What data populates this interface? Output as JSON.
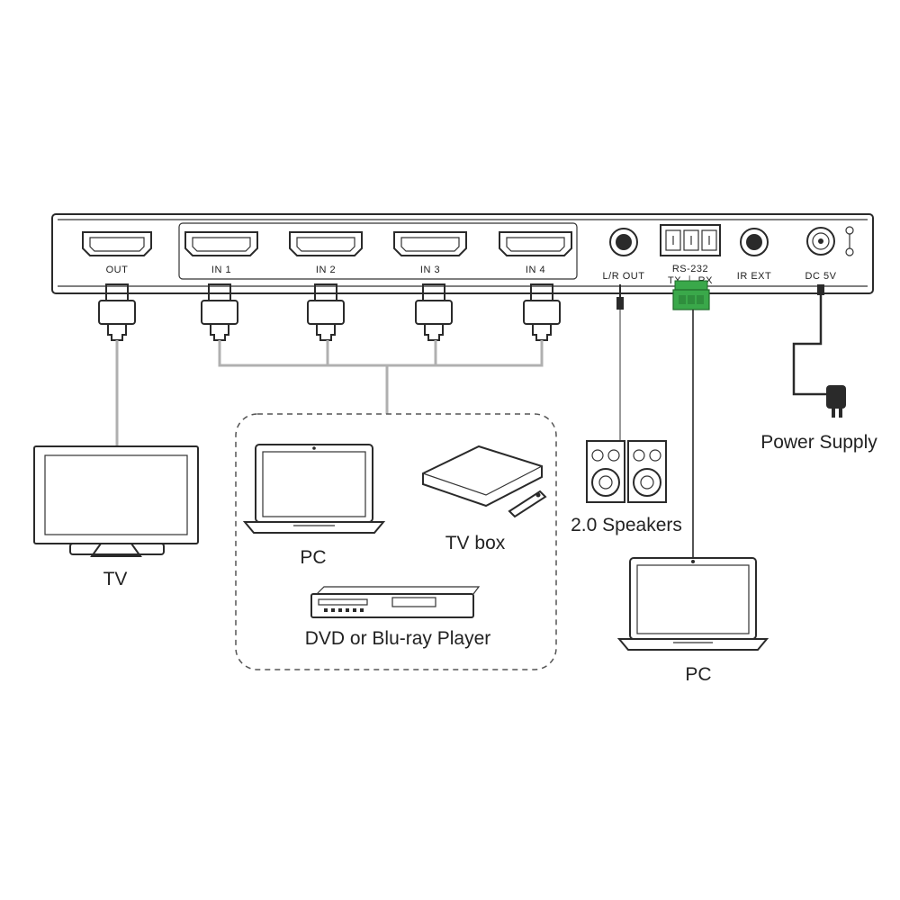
{
  "device": {
    "ports": {
      "out": "OUT",
      "in1": "IN 1",
      "in2": "IN 2",
      "in3": "IN 3",
      "in4": "IN 4",
      "lr_out": "L/R OUT",
      "rs232": "RS-232",
      "rs232_pins": "TX  ⏚  RX",
      "ir_ext": "IR EXT",
      "dc": "DC 5V"
    }
  },
  "devices": {
    "tv": "TV",
    "source_pc": "PC",
    "tv_box": "TV box",
    "dvd": "DVD or Blu-ray Player",
    "speakers": "2.0 Speakers",
    "control_pc": "PC",
    "power": "Power Supply"
  },
  "colors": {
    "line": "#2a2a2a",
    "cable": "#9a9a9a",
    "terminal_green": "#3aa84a",
    "panel": "#ffffff"
  }
}
